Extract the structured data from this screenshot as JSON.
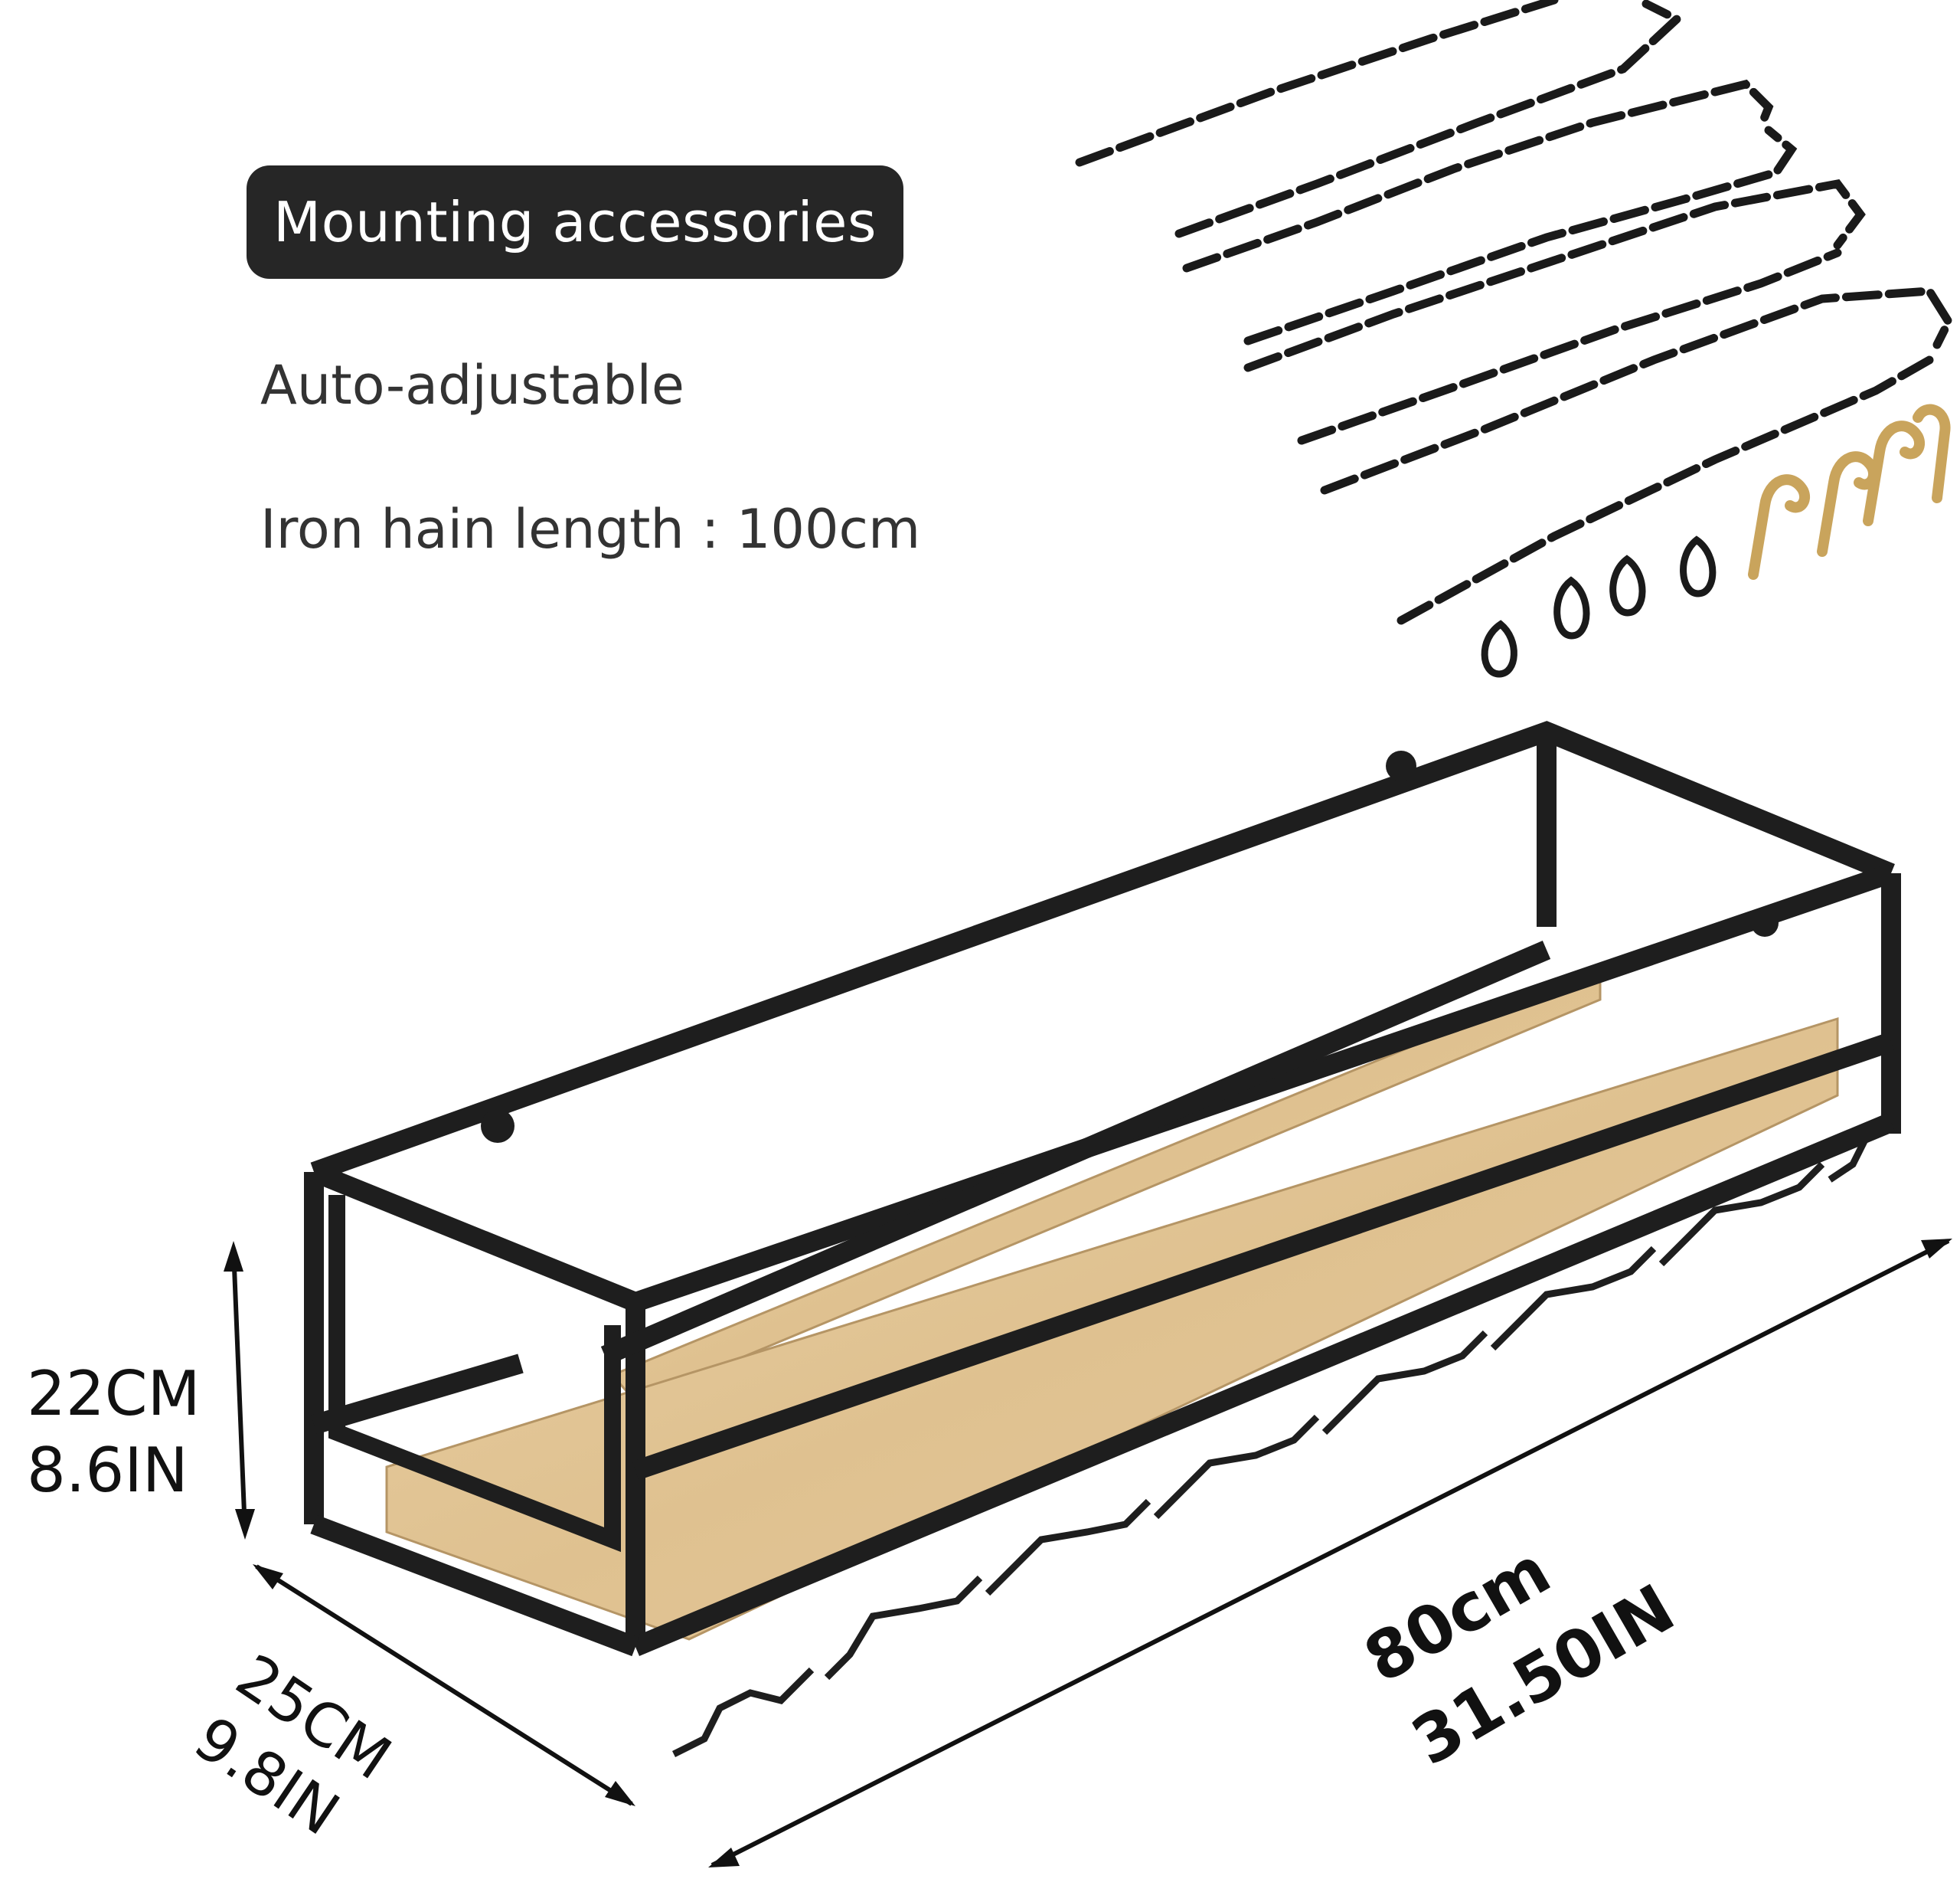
{
  "badge": {
    "label": "Mounting accessories"
  },
  "features": [
    {
      "text": "Auto-adjustable"
    },
    {
      "text": "Iron hain length : 100cm"
    }
  ],
  "dimensions": {
    "height_cm": "22CM",
    "height_in": "8.6IN",
    "depth_cm": "25CM",
    "depth_in": "9.8IN",
    "length_cm": "80cm",
    "length_in": "31.50IN"
  },
  "accessories": {
    "chains": 4,
    "carabiners": 4,
    "expansion_hooks": 4
  },
  "colors": {
    "frame": "#1e1e1e",
    "wood": "#e2c594",
    "hook": "#c9a45c"
  }
}
